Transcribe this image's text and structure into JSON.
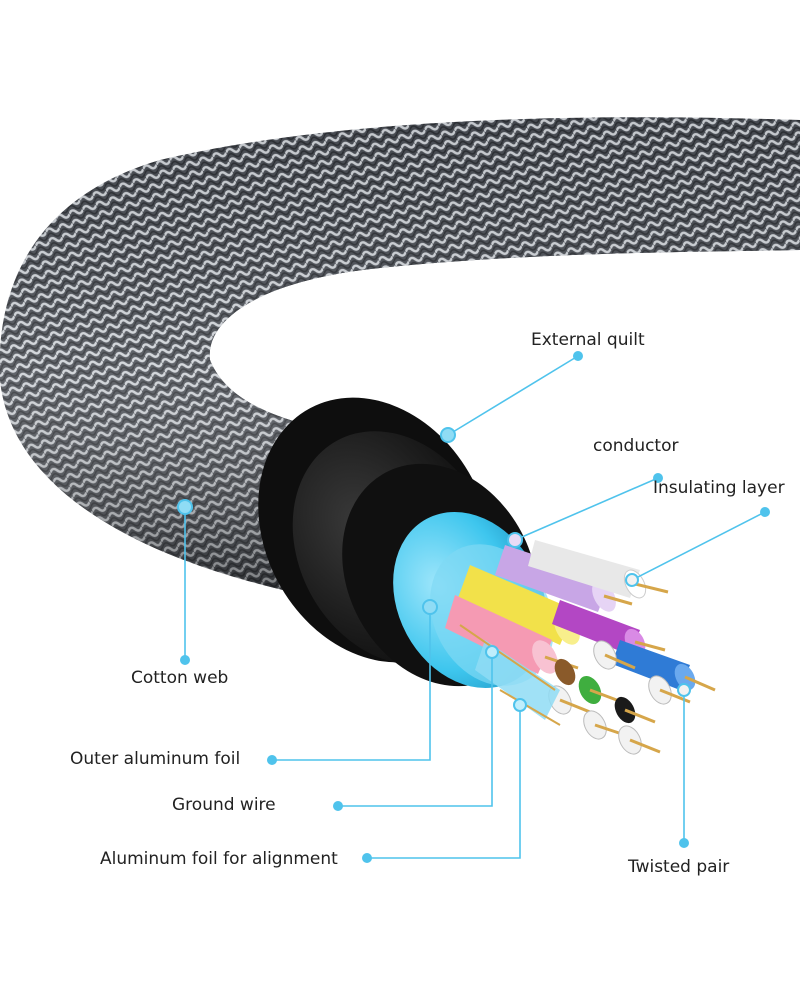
{
  "colors": {
    "leader_line": "#4fc3ec",
    "braid_dark": "#3a3d42",
    "braid_light": "#c9ccd0",
    "jacket": "#1a1a1a",
    "shield_blue": "#3ec6ee",
    "copper": "#d6a64a"
  },
  "labels": {
    "external_quilt": "External quilt",
    "conductor": "conductor",
    "insulating_layer": "Insulating layer",
    "cotton_web": "Cotton web",
    "outer_aluminum_foil": "Outer aluminum foil",
    "ground_wire": "Ground wire",
    "aluminum_foil_alignment": "Aluminum foil for alignment",
    "twisted_pair": "Twisted pair"
  }
}
